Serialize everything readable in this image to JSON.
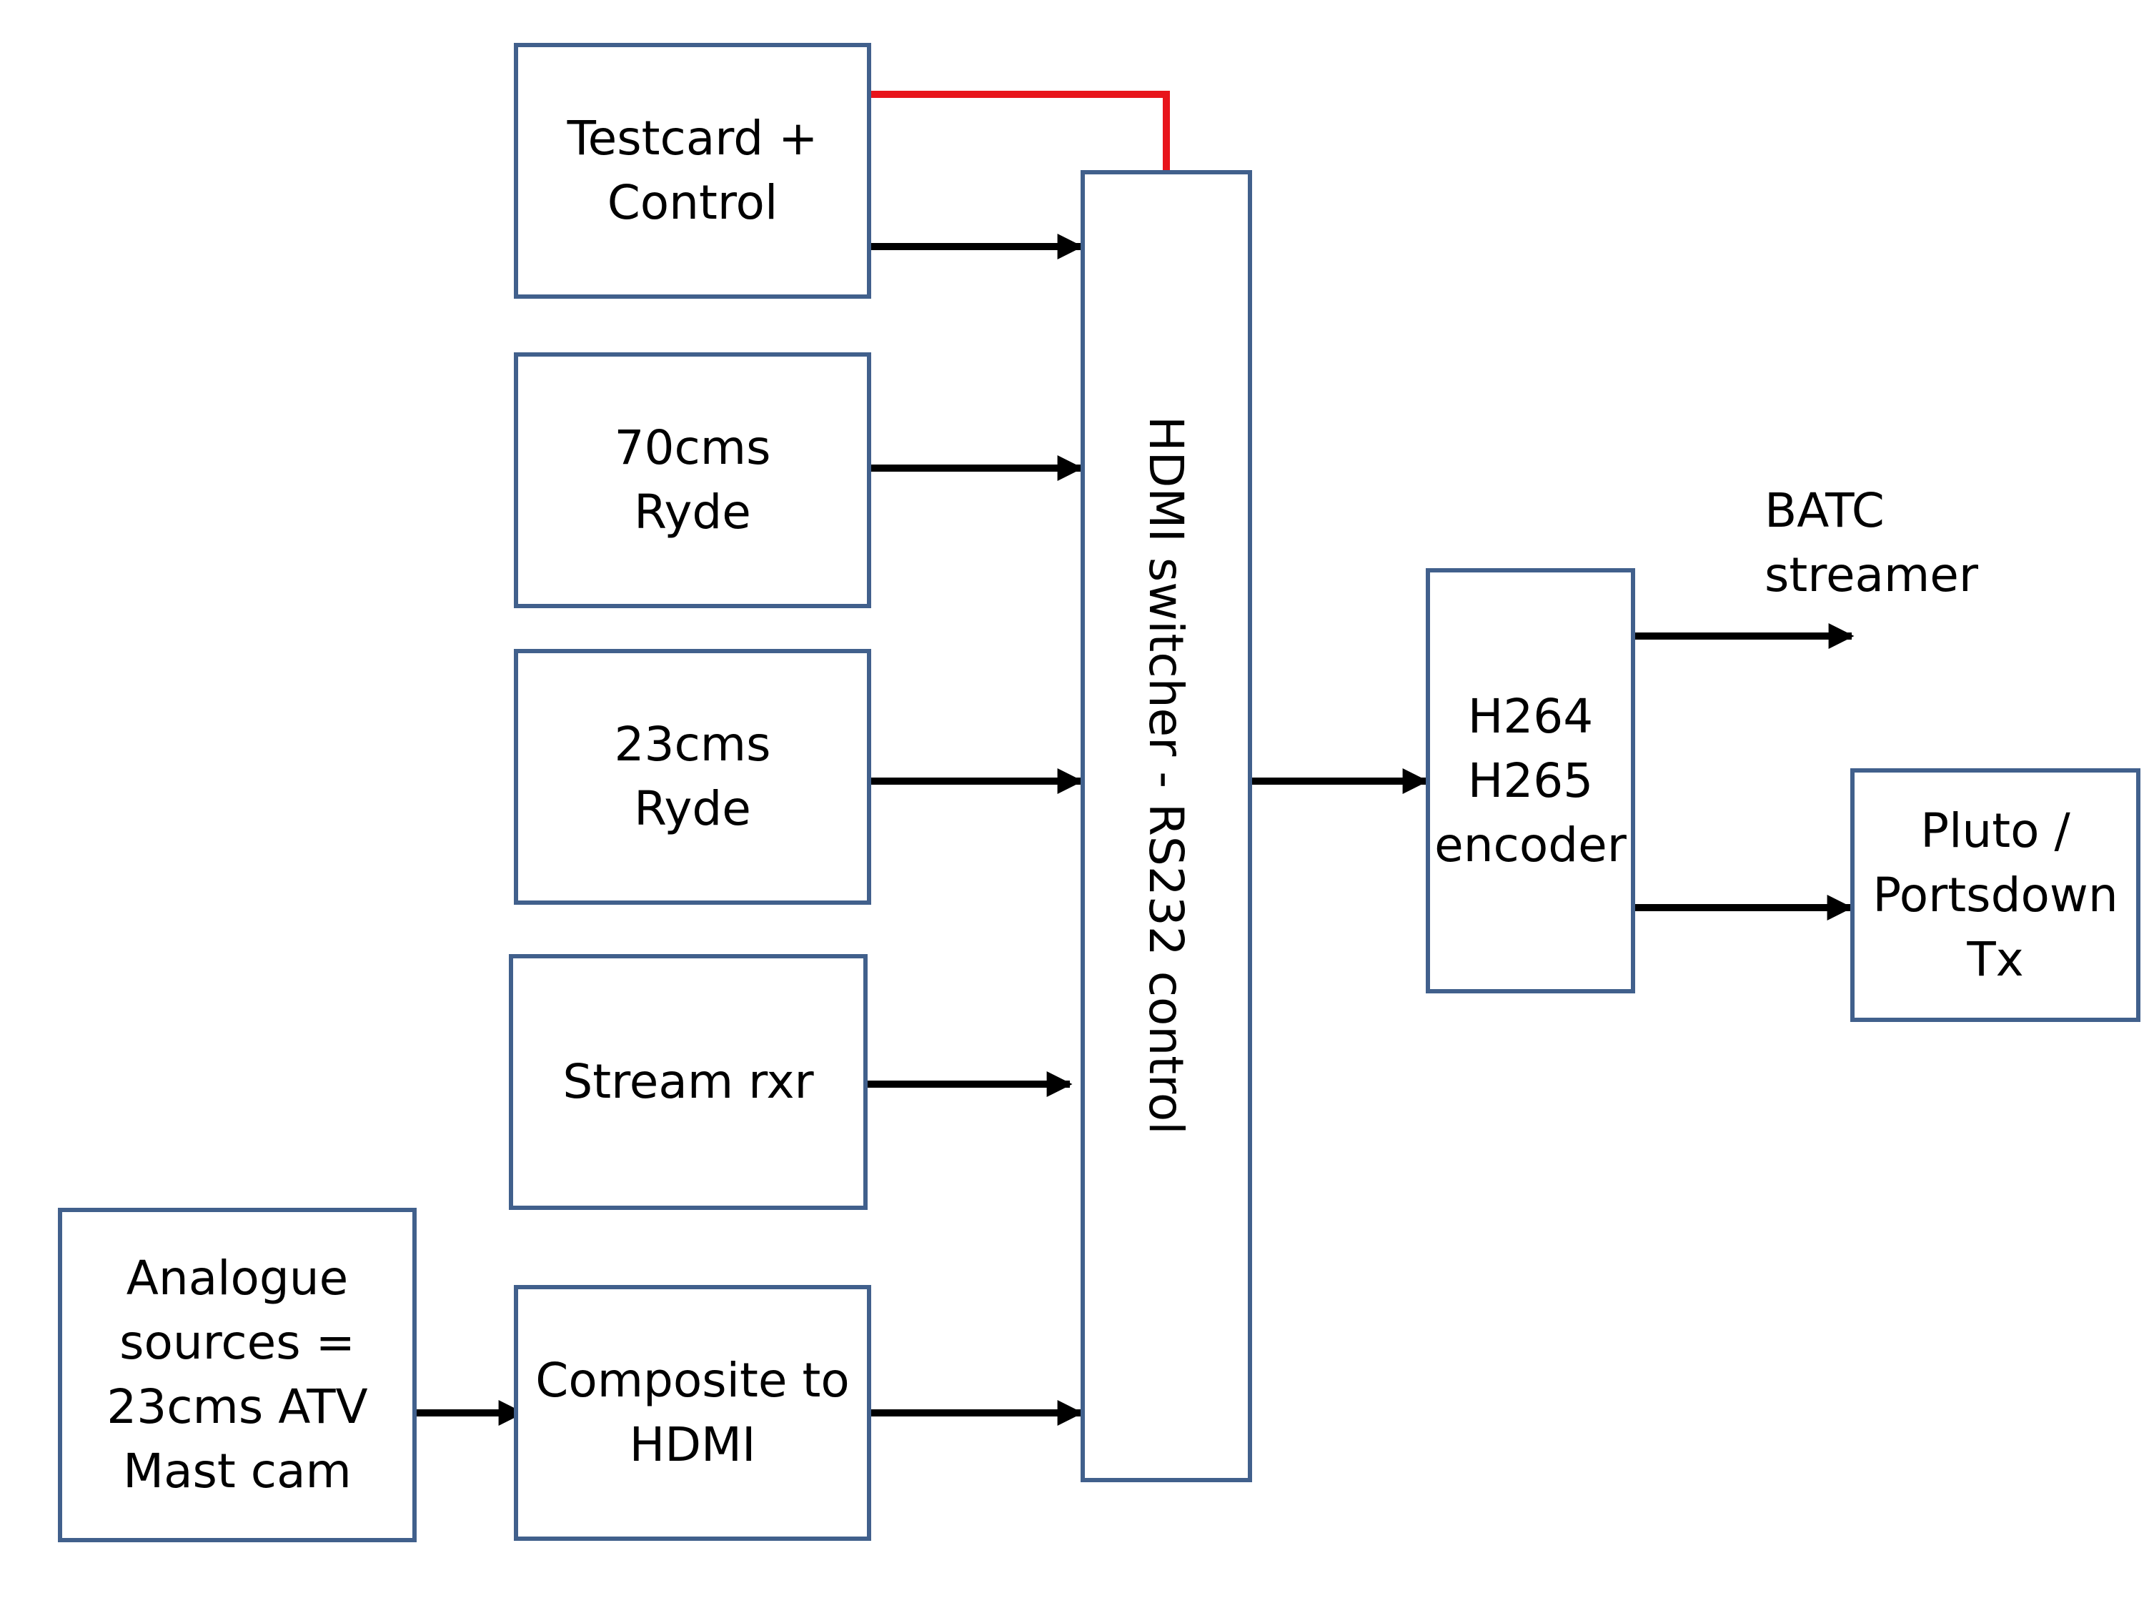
{
  "colors": {
    "box_border": "#41608c",
    "arrow": "#000000",
    "control_line": "#e8141b"
  },
  "blocks": {
    "testcard": "Testcard +\nControl",
    "ryde70": "70cms\nRyde",
    "ryde23": "23cms\nRyde",
    "stream_rxr": "Stream rxr",
    "composite": "Composite to\nHDMI",
    "analogue": "Analogue\nsources =\n23cms ATV\nMast cam",
    "switcher": "HDMI switcher - RS232 control",
    "encoder": "H264\nH265\nencoder",
    "pluto": "Pluto /\nPortsdown\nTx"
  },
  "labels": {
    "batc": "BATC\nstreamer"
  },
  "connections": [
    {
      "from": "testcard",
      "to": "switcher",
      "kind": "hdmi"
    },
    {
      "from": "ryde70",
      "to": "switcher",
      "kind": "hdmi"
    },
    {
      "from": "ryde23",
      "to": "switcher",
      "kind": "hdmi"
    },
    {
      "from": "stream_rxr",
      "to": "switcher",
      "kind": "hdmi"
    },
    {
      "from": "analogue",
      "to": "composite",
      "kind": "video"
    },
    {
      "from": "composite",
      "to": "switcher",
      "kind": "hdmi"
    },
    {
      "from": "switcher",
      "to": "encoder",
      "kind": "hdmi"
    },
    {
      "from": "encoder",
      "to": "batc",
      "kind": "stream"
    },
    {
      "from": "encoder",
      "to": "pluto",
      "kind": "stream"
    },
    {
      "from": "testcard",
      "to": "switcher",
      "kind": "control"
    }
  ]
}
